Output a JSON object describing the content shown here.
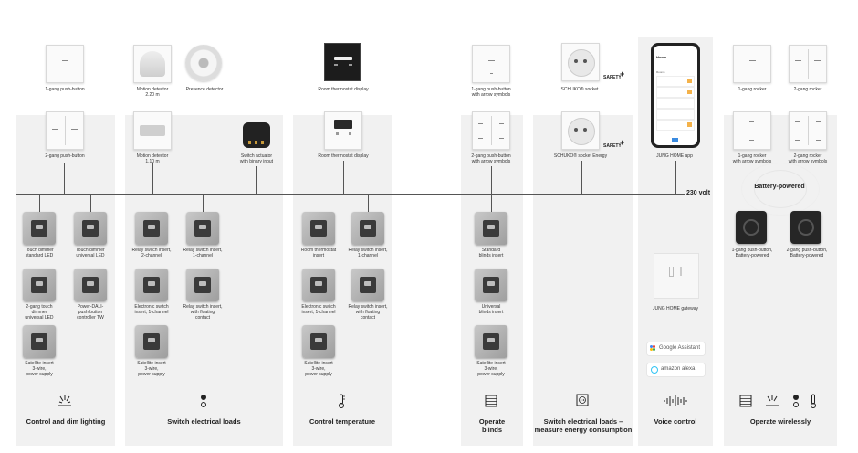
{
  "voltage": "230 volt",
  "safety": "SAFETY",
  "devices": {
    "gang1_push_button": "1-gang push-button",
    "motion_220": "Motion detector\n2.20 m",
    "presence": "Presence detector",
    "room_thermostat_top": "Room thermostat display",
    "push_arrow_top": "1-gang push-button\nwith arrow symbols",
    "schuko": "SCHUKO® socket",
    "gang1_rocker": "1-gang rocker",
    "gang2_rocker": "2-gang rocker",
    "gang2_push_button": "2-gang push-button",
    "motion_110": "Motion detector\n1.10 m",
    "switch_actuator": "Switch actuator\nwith binary input",
    "room_thermostat_mid": "Room thermostat display",
    "push_arrow_2gang": "2-gang push-button\nwith arrow symbols",
    "schuko_energy": "SCHUKO® socket Energy",
    "app": "JUNG HOME app",
    "rocker1_arrow": "1-gang rocker\nwith arrow symbols",
    "rocker2_arrow": "2-gang rocker\nwith arrow symbols",
    "battery_powered": "Battery-powered",
    "touch_dimmer_std": "Touch dimmer\nstandard LED",
    "touch_dimmer_uni": "Touch dimmer\nuniversal LED",
    "touch_2gang": "2-gang touch\ndimmer\nuniversal LED",
    "power_dali": "Power-DALI-\npush-button\ncontroller TW",
    "satellite_light": "Satellite insert\n3-wire,\npower supply",
    "relay_2ch": "Relay switch insert,\n2-channel",
    "relay_1ch": "Relay switch insert,\n1-channel",
    "electronic_1ch": "Electronic switch\ninsert, 1-channel",
    "relay_floating": "Relay switch insert,\nwith floating\ncontact",
    "satellite_switch": "Satellite insert\n3-wire,\npower supply",
    "room_thermostat_insert": "Room thermostat\ninsert",
    "relay_1ch_temp": "Relay switch insert,\n1-channel",
    "electronic_1ch_temp": "Electronic switch\ninsert, 1-channel",
    "relay_floating_temp": "Relay switch insert,\nwith floating\ncontact",
    "satellite_temp": "Satellite insert\n3-wire,\npower supply",
    "blinds_std": "Standard\nblinds insert",
    "blinds_uni": "Universal\nblinds insert",
    "satellite_blinds": "Satellite insert\n3-wire,\npower supply",
    "gateway": "JUNG HOME gateway",
    "battery_1gang": "1-gang push-button,\nBattery-powered",
    "battery_2gang": "2-gang push-button,\nBattery-powered"
  },
  "assistants": {
    "google": "Google Assistant",
    "alexa": "amazon alexa"
  },
  "categories": {
    "lighting": "Control and dim lighting",
    "switch": "Switch electrical loads",
    "temperature": "Control temperature",
    "blinds": "Operate\nblinds",
    "energy": "Switch electrical loads –\nmeasure energy consumption",
    "voice": "Voice control",
    "wireless": "Operate wirelessly"
  },
  "phone": {
    "title": "Home",
    "section": "Rooms"
  }
}
